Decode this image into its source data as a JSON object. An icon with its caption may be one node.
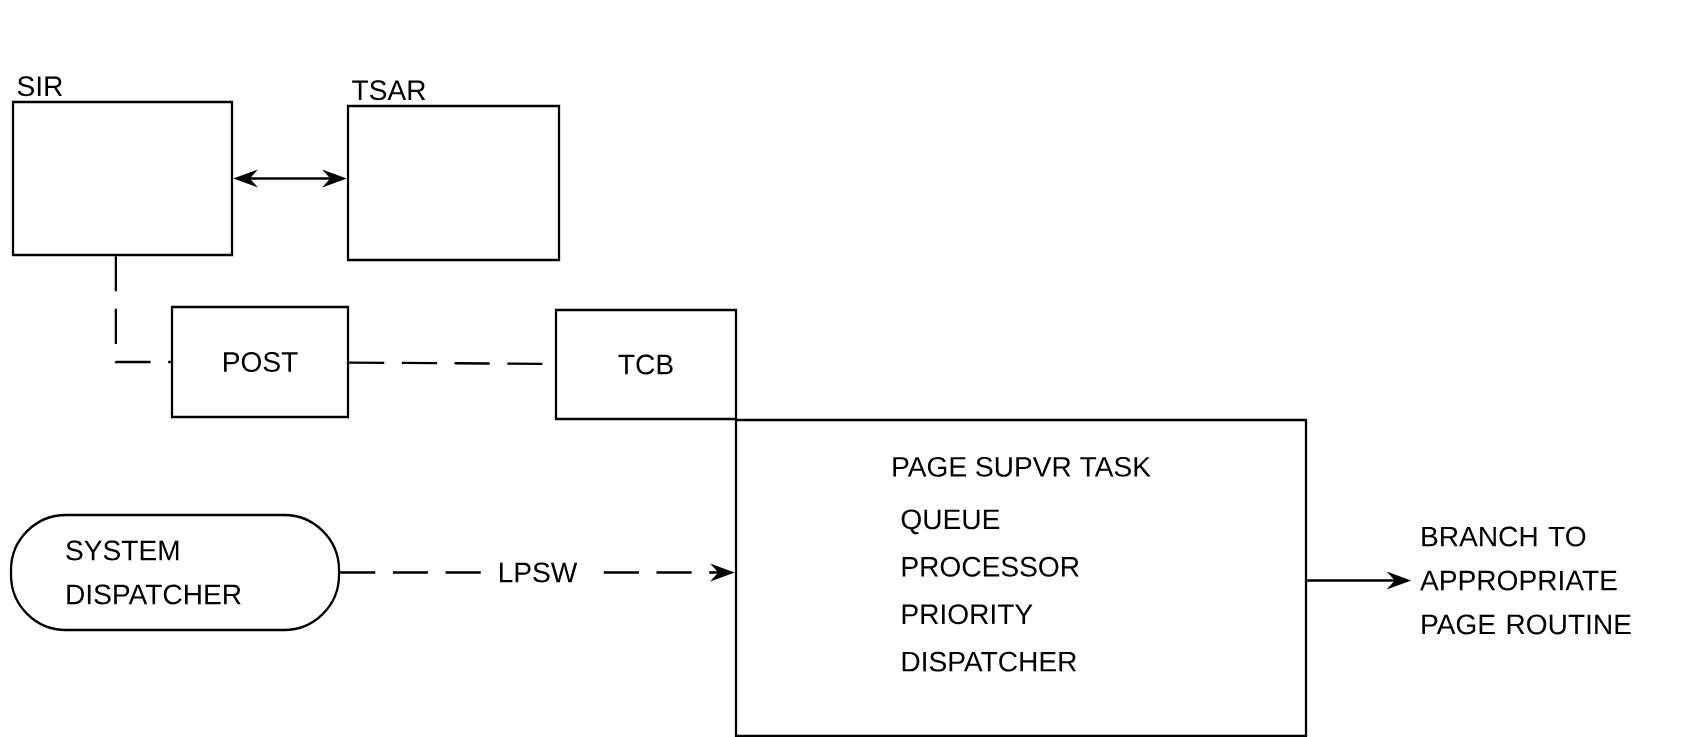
{
  "diagram": {
    "nodes": [
      {
        "text": [
          "SIR"
        ]
      },
      {
        "text": [
          "TSAR"
        ]
      },
      {
        "text": [
          "POST"
        ]
      },
      {
        "text": [
          "TCB"
        ]
      },
      {
        "text": [
          "PAGE SUPVR TASK",
          "QUEUE PROCESSOR PRIORITY DISPATCHER"
        ]
      },
      {
        "text": [
          "SYSTEM DISPATCHER"
        ]
      },
      {
        "text": [
          "BRANCH TO APPROPRIATE PAGE ROUTINE"
        ]
      }
    ],
    "edges": [
      {
        "from": 0,
        "to": 1,
        "arrow": "both"
      },
      {
        "from": 0,
        "to": 2,
        "arrow": "none",
        "style": "dashed"
      },
      {
        "from": 2,
        "to": 3,
        "arrow": "none",
        "style": "dashed"
      },
      {
        "from": 5,
        "to": 4,
        "arrow": "to",
        "style": "dashed",
        "label": "LPSW"
      },
      {
        "from": 4,
        "to": 6,
        "arrow": "to"
      }
    ]
  }
}
